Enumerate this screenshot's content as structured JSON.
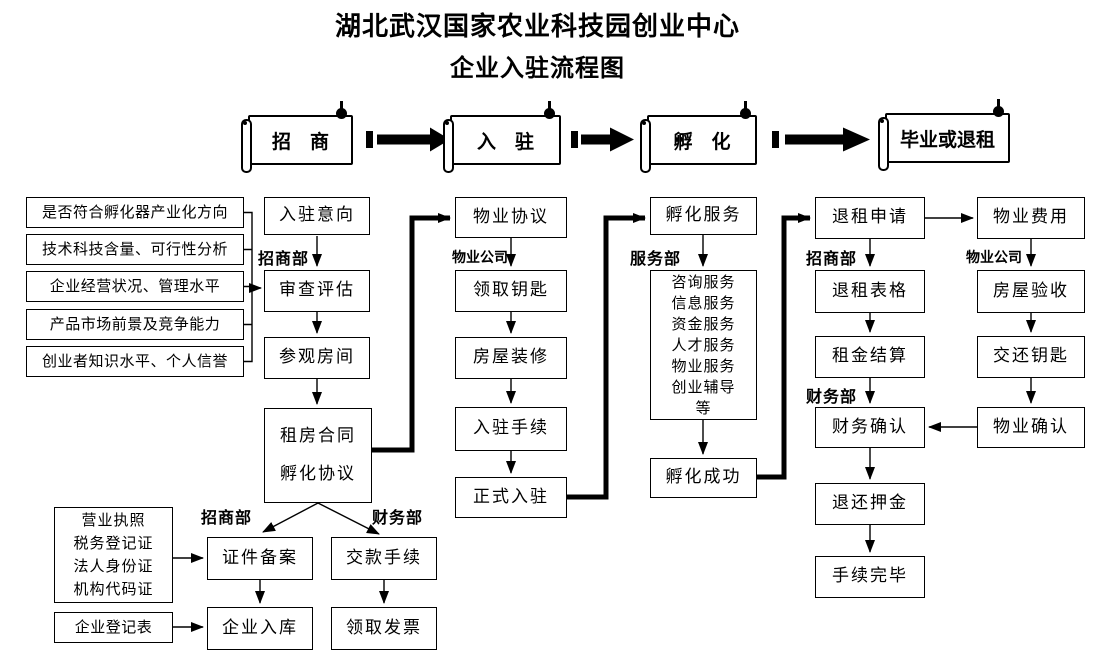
{
  "colors": {
    "ink": "#000000",
    "paper": "#ffffff"
  },
  "title": {
    "line1": "湖北武汉国家农业科技园创业中心",
    "line2": "企业入驻流程图"
  },
  "banners": {
    "b1": "招　商",
    "b2": "入　驻",
    "b3": "孵　化",
    "b4": "毕业或退租"
  },
  "criteria": {
    "c1": "是否符合孵化器产业化方向",
    "c2": "技术科技含量、可行性分析",
    "c3": "企业经营状况、管理水平",
    "c4": "产品市场前景及竞争能力",
    "c5": "创业者知识水平、个人信誉"
  },
  "zhaoshang": {
    "dept": "招商部",
    "intent": "入驻意向",
    "review": "审查评估",
    "visit": "参观房间",
    "contract1": "租房合同",
    "contract2": "孵化协议"
  },
  "registration": {
    "dept_zs": "招商部",
    "dept_cw": "财务部",
    "doc1": "营业执照",
    "doc2": "税务登记证",
    "doc3": "法人身份证",
    "doc4": "机构代码证",
    "form": "企业登记表",
    "filing": "证件备案",
    "warehouse": "企业入库",
    "payment": "交款手续",
    "invoice": "领取发票"
  },
  "wuye_in": {
    "dept": "物业公司",
    "agreement": "物业协议",
    "keys": "领取钥匙",
    "decorate": "房屋装修",
    "procedure": "入驻手续",
    "official": "正式入驻"
  },
  "fuhua": {
    "dept": "服务部",
    "service": "孵化服务",
    "s1": "咨询服务",
    "s2": "信息服务",
    "s3": "资金服务",
    "s4": "人才服务",
    "s5": "物业服务",
    "s6": "创业辅导",
    "s7": "等",
    "success": "孵化成功"
  },
  "tuizu": {
    "dept_zs": "招商部",
    "dept_cw": "财务部",
    "apply": "退租申请",
    "form": "退租表格",
    "settle": "租金结算",
    "confirm": "财务确认",
    "deposit": "退还押金",
    "done": "手续完毕"
  },
  "wuye_out": {
    "dept": "物业公司",
    "fee": "物业费用",
    "inspect": "房屋验收",
    "keys": "交还钥匙",
    "confirm": "物业确认"
  }
}
